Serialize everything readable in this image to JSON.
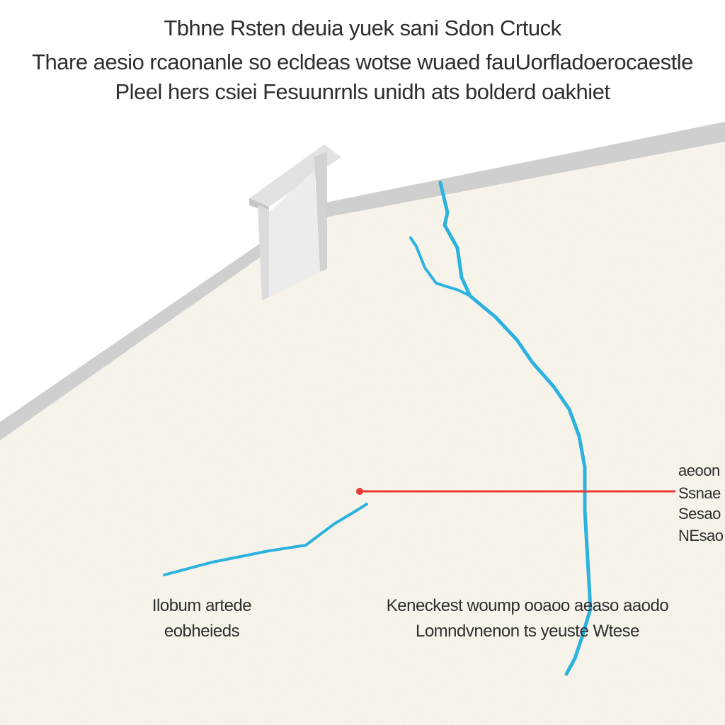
{
  "heading": {
    "line1": "Tbhne Rsten deuia yuek sani Sdon Crtuck",
    "line2": "Thare aesio rcaonanle so ecldeas wotse wuaed fauUorfladoerocaestle",
    "line3": "Pleel hers csiei Fesuunrnls unidh ats bolderd oakhiet"
  },
  "side_label": {
    "line1": "aeoon",
    "line2": "Ssnae",
    "line3": "Sesao",
    "line4": "NEsao"
  },
  "caption_left": {
    "line1": "Ilobum artede",
    "line2": "eobheieds"
  },
  "caption_right": {
    "line1": "Keneckest woump ooaoo aeaso aaodo",
    "line2": "Lomndvnenon ts yeuste Wtese"
  },
  "colors": {
    "wall": "#f6f2e8",
    "roof_edge": "#cfcfcf",
    "crack": "#2bb2df",
    "marker": "#e53935",
    "text": "#2e2e2e"
  }
}
